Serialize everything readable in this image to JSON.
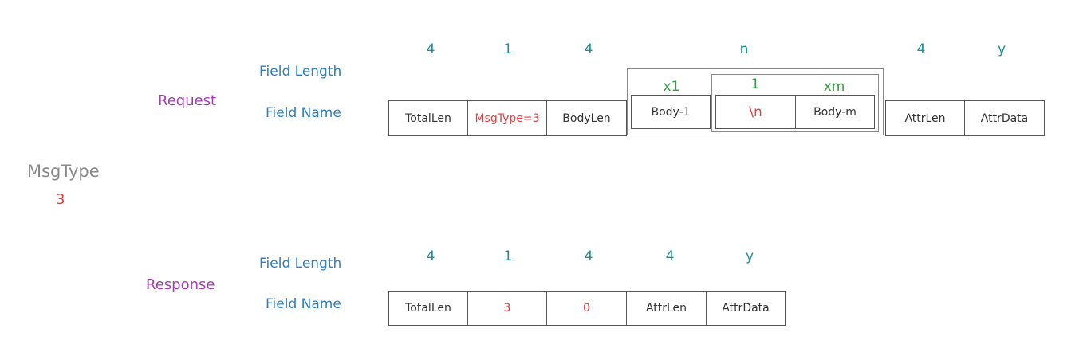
{
  "msgtype": {
    "label": "MsgType",
    "value": "3"
  },
  "request": {
    "section_label": "Request",
    "field_length_label": "Field Length",
    "field_name_label": "Field Name",
    "lengths": {
      "totallen": "4",
      "msgtype": "1",
      "bodylen": "4",
      "body": "n",
      "attrlen": "4",
      "attrdata": "y"
    },
    "body_lengths": {
      "body_1": "x1",
      "newline": "1",
      "body_m": "xm"
    },
    "fields": {
      "totallen": "TotalLen",
      "msgtype": "MsgType=3",
      "bodylen": "BodyLen",
      "body_1": "Body-1",
      "newline": "\\n",
      "body_m": "Body-m",
      "attrlen": "AttrLen",
      "attrdata": "AttrData"
    }
  },
  "response": {
    "section_label": "Response",
    "field_length_label": "Field Length",
    "field_name_label": "Field Name",
    "lengths": [
      "4",
      "1",
      "4",
      "4",
      "y"
    ],
    "fields": {
      "totallen": "TotalLen",
      "msgtype": "3",
      "bodylen": "0",
      "attrlen": "AttrLen",
      "attrdata": "AttrData"
    }
  },
  "colors": {
    "section_label": "#a040b0",
    "row_label": "#2e7ec0",
    "length": "#1a8f9a",
    "body_length": "#2ea03a",
    "highlight": "#e04040",
    "msgtype_label": "#888888"
  }
}
